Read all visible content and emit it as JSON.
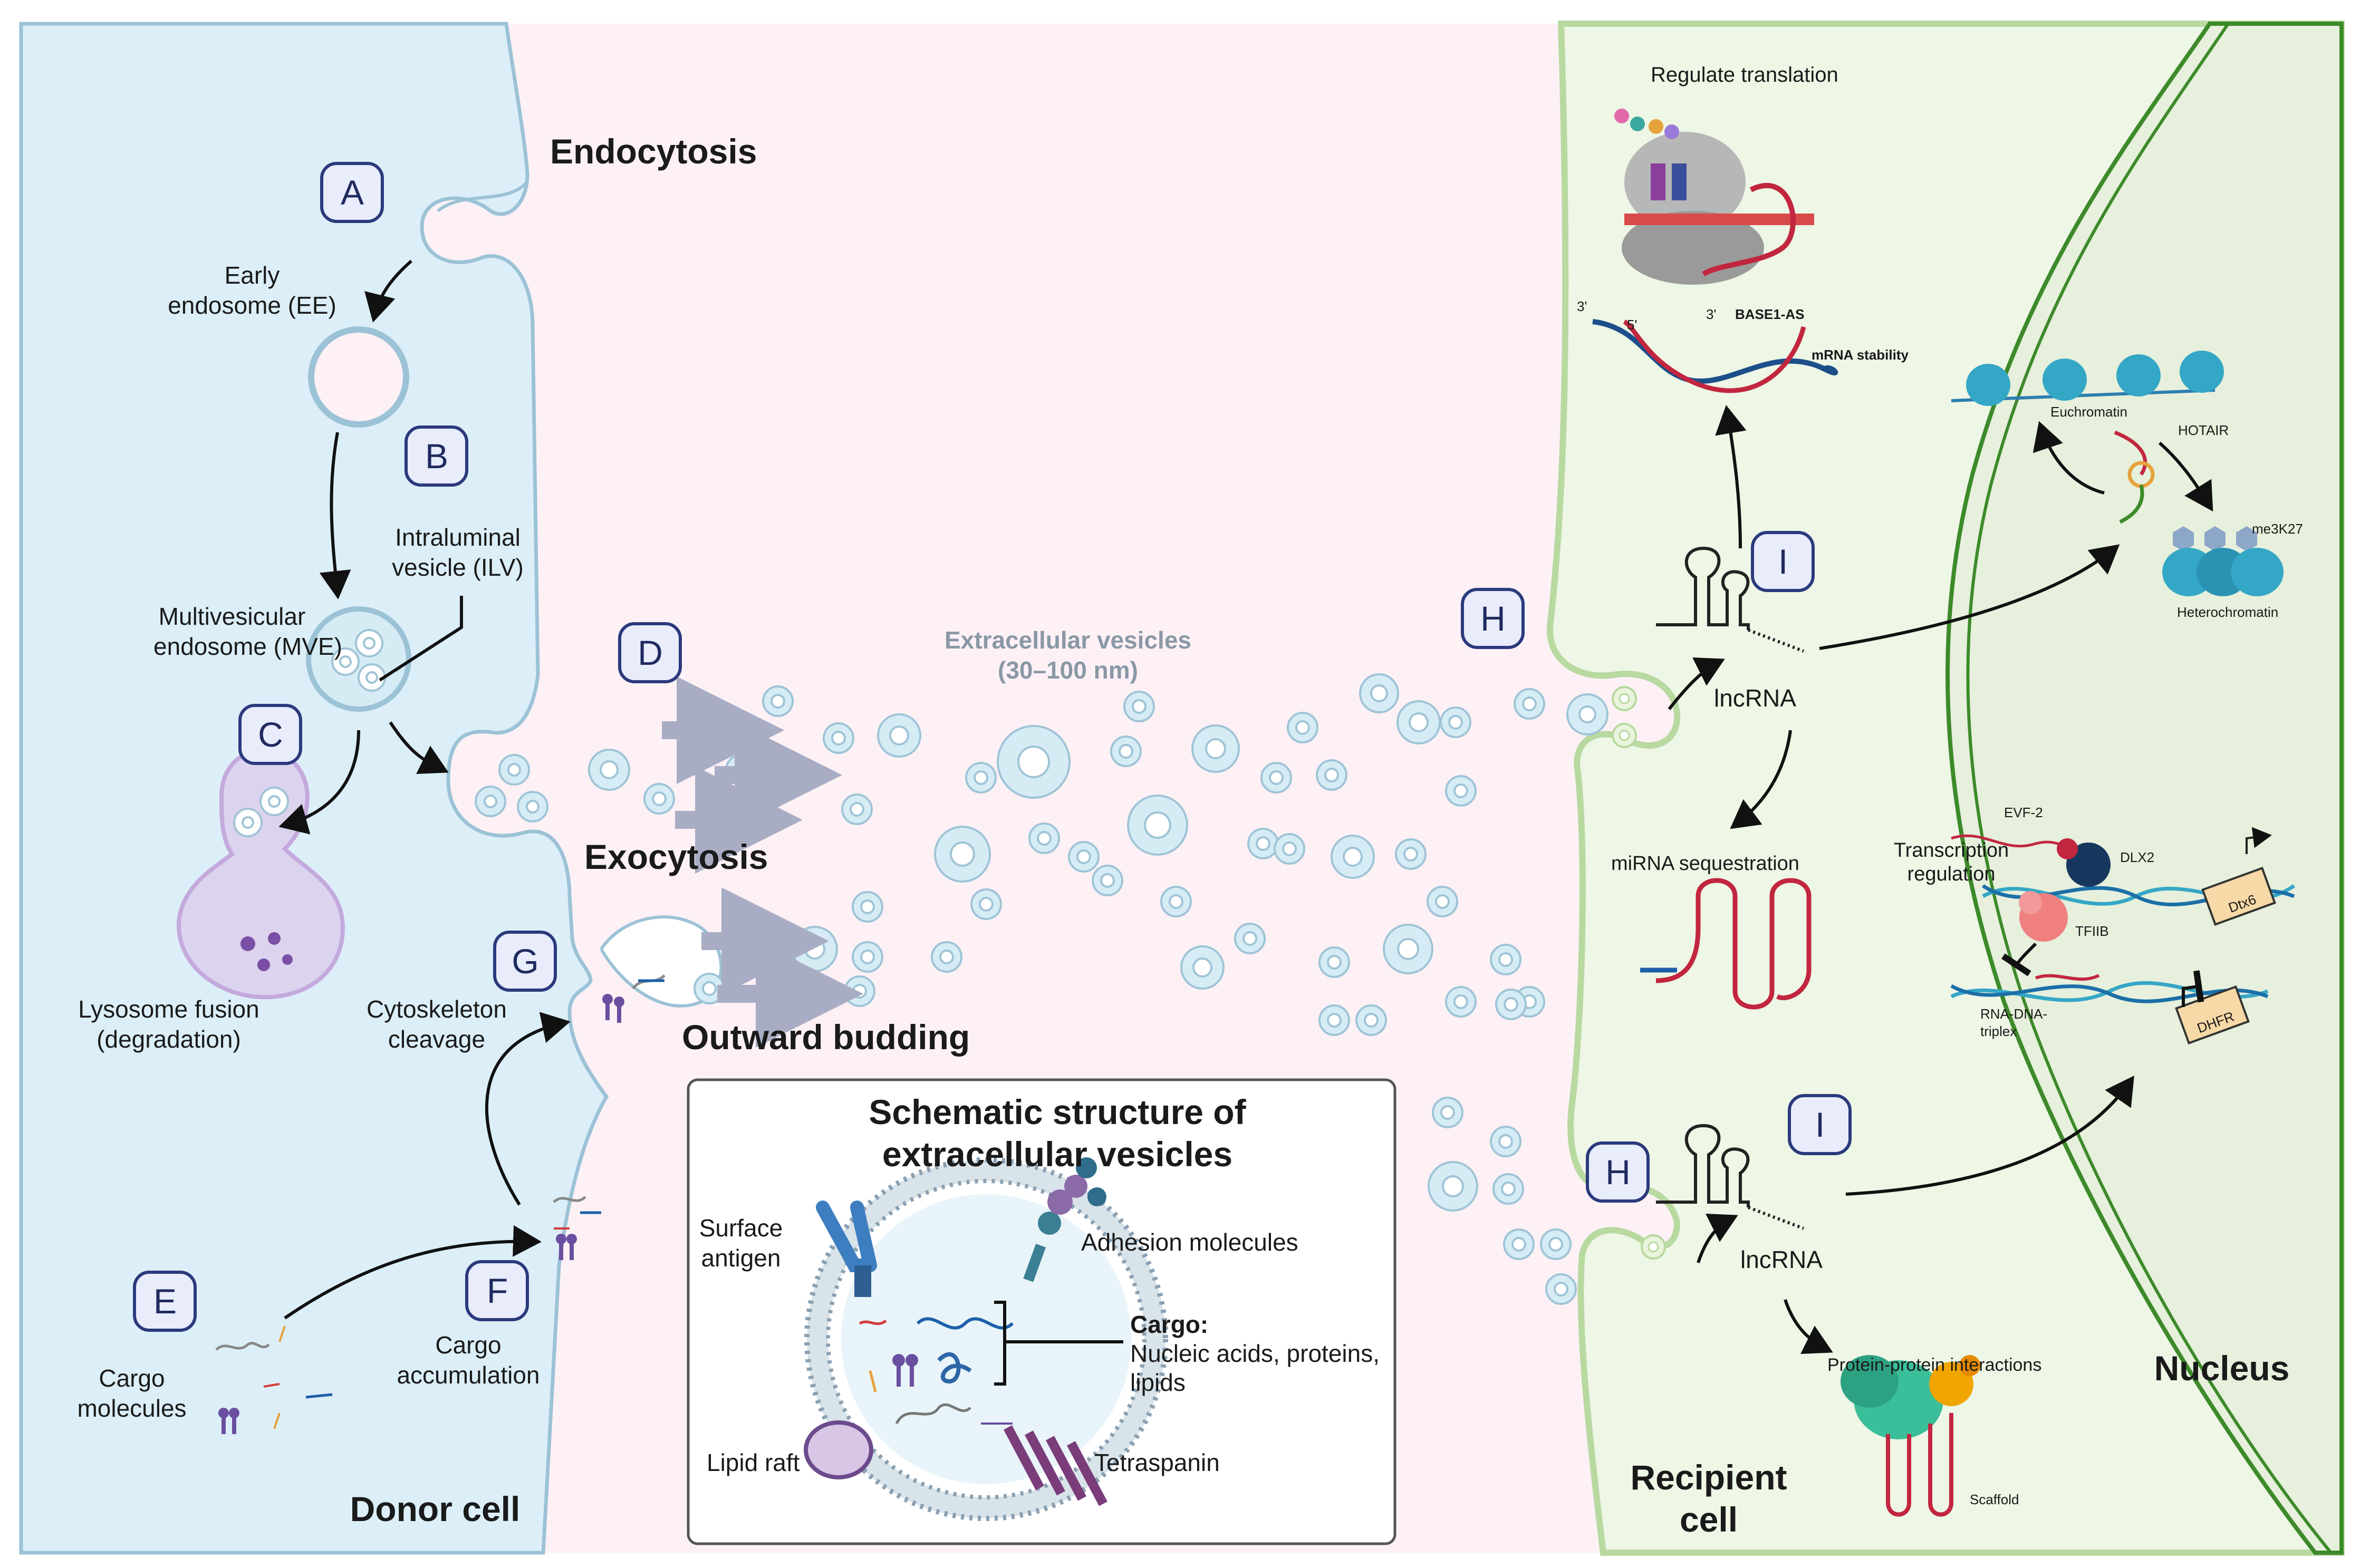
{
  "labels": {
    "endocytosis": "Endocytosis",
    "early_endosome_1": "Early",
    "early_endosome_2": "endosome (EE)",
    "ilv_1": "Intraluminal",
    "ilv_2": "vesicle (ILV)",
    "mve_1": "Multivesicular",
    "mve_2": "endosome (MVE)",
    "lysosome_1": "Lysosome fusion",
    "lysosome_2": "(degradation)",
    "cytoskeleton_1": "Cytoskeleton",
    "cytoskeleton_2": "cleavage",
    "cargo_molecules_1": "Cargo",
    "cargo_molecules_2": "molecules",
    "cargo_accum_1": "Cargo",
    "cargo_accum_2": "accumulation",
    "donor_cell": "Donor cell",
    "exocytosis": "Exocytosis",
    "outward_budding": "Outward budding",
    "ev_title_1": "Extracellular vesicles",
    "ev_title_2": "(30–100 nm)",
    "schematic_title_1": "Schematic structure of",
    "schematic_title_2": "extracellular vesicles",
    "surface_antigen_1": "Surface",
    "surface_antigen_2": "antigen",
    "adhesion": "Adhesion molecules",
    "cargo_title": "Cargo:",
    "cargo_desc_1": "Nucleic acids, proteins,",
    "cargo_desc_2": "lipids",
    "lipid_raft": "Lipid raft",
    "tetraspanin": "Tetraspanin",
    "regulate_translation": "Regulate translation",
    "three_prime_a": "3'",
    "five_prime": "5'",
    "three_prime_b": "3'",
    "base1_as": "BASE1-AS",
    "mrna_stability": "mRNA stability",
    "euchromatin": "Euchromatin",
    "hotair": "HOTAIR",
    "me3k27": "me3K27",
    "heterochromatin": "Heterochromatin",
    "lncrna_top": "lncRNA",
    "lncrna_bottom": "lncRNA",
    "mirna": "miRNA sequestration",
    "evf2": "EVF-2",
    "dlx2": "DLX2",
    "transcription_1": "Transcription",
    "transcription_2": "regulation",
    "tfiib": "TFIIB",
    "dtx6": "Dtx6",
    "rna_dna_1": "RNA-DNA-",
    "rna_dna_2": "triplex",
    "dhfr": "DHFR",
    "ppi": "Protein-protein interactions",
    "scaffold": "Scaffold",
    "recipient_1": "Recipient",
    "recipient_2": "cell",
    "nucleus": "Nucleus"
  },
  "badges": {
    "A": "A",
    "B": "B",
    "C": "C",
    "D": "D",
    "E": "E",
    "F": "F",
    "G": "G",
    "H1": "H",
    "H2": "H",
    "I1": "I",
    "I2": "I"
  },
  "colors": {
    "donor_bg": "#dceff8",
    "extracellular_bg": "#fdf1f6",
    "recipient_bg": "#eef6e6",
    "nucleus_bg": "#e6f0dc",
    "membrane_donor": "#9cc2d6",
    "membrane_recipient": "#b8d9a0",
    "nucleus_border": "#3d8a2a",
    "badge_border": "#2b3a7c",
    "arrow_grey": "#a9adc4"
  }
}
